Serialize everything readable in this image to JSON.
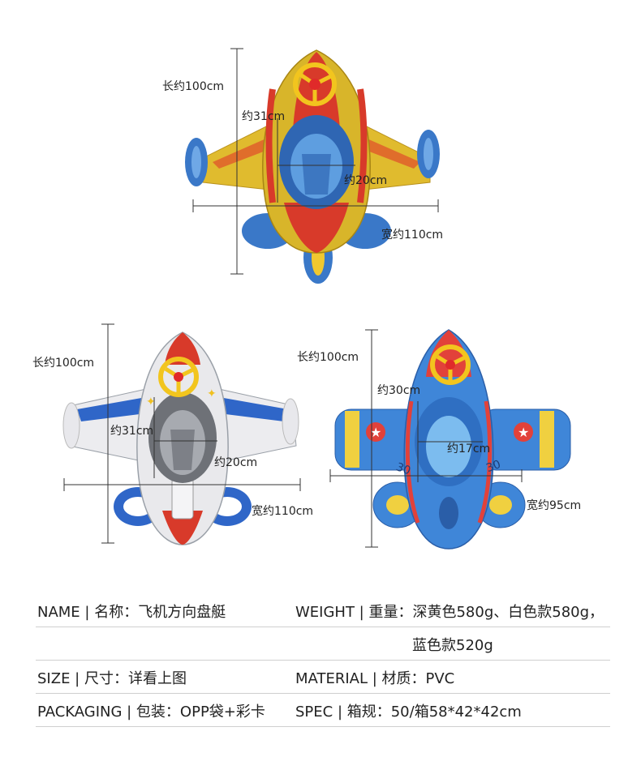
{
  "products": [
    {
      "variant": "deep-yellow",
      "dims": {
        "length": "长约100cm",
        "seat_len": "约31cm",
        "seat_wid": "约20cm",
        "width": "宽约110cm"
      },
      "colors": {
        "body": "#d8b52a",
        "accent": "#d83a2a",
        "seat": "#3a78c8"
      }
    },
    {
      "variant": "white",
      "dims": {
        "length": "长约100cm",
        "seat_len": "约31cm",
        "seat_wid": "约20cm",
        "width": "宽约110cm"
      },
      "colors": {
        "body": "#e9e9ec",
        "accent": "#d83a2a",
        "seat": "#8a8d93"
      }
    },
    {
      "variant": "blue",
      "dims": {
        "length": "长约100cm",
        "seat_len": "约30cm",
        "seat_wid": "约17cm",
        "width": "宽约95cm"
      },
      "colors": {
        "body": "#3f86d8",
        "accent": "#e2413a",
        "seat": "#6ab0ea"
      }
    }
  ],
  "specs": {
    "name": "NAME | 名称：飞机方向盘艇",
    "weight": "WEIGHT | 重量：深黄色580g、白色款580g，",
    "weight_cont": "蓝色款520g",
    "size": "SIZE | 尺寸：详看上图",
    "material": "MATERIAL | 材质：PVC",
    "packaging": "PACKAGING | 包装：OPP袋+彩卡",
    "spec": "SPEC | 箱规：50/箱58*42*42cm"
  }
}
